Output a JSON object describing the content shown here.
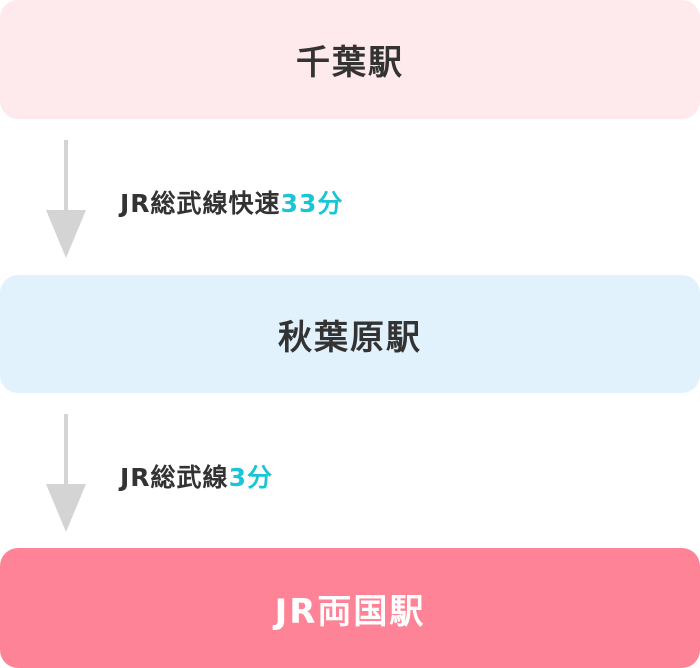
{
  "stations": [
    "千葉駅",
    "秋葉原駅",
    "JR両国駅"
  ],
  "segments": [
    {
      "line": "JR総武線快速",
      "time": "33分"
    },
    {
      "line": "JR総武線",
      "time": "3分"
    }
  ],
  "colors": {
    "accent": "#1bc5d6",
    "start": "#fee9ec",
    "via": "#e1f2fd",
    "goal": "#ff8396"
  }
}
